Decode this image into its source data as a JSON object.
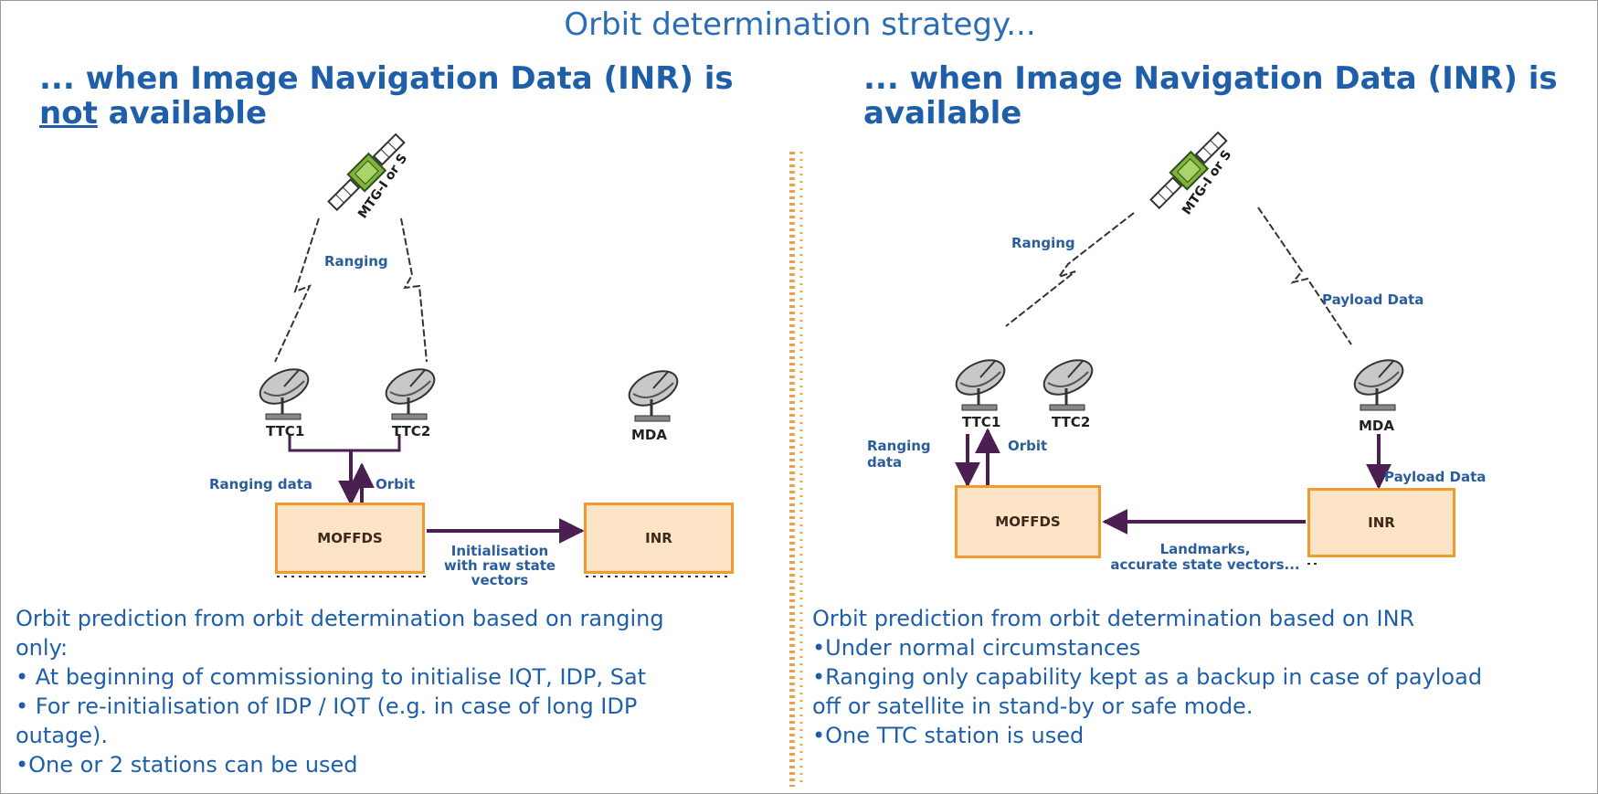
{
  "title": "Orbit determination strategy...",
  "left": {
    "heading_line1": "... when Image Navigation Data (INR) is",
    "heading_not": "not",
    "heading_rest": " available",
    "satellite_label": "MTG-I or S",
    "ranging_label": "Ranging",
    "ttc1_label": "TTC1",
    "ttc2_label": "TTC2",
    "mda_label": "MDA",
    "ranging_data_label": "Ranging data",
    "orbit_label": "Orbit",
    "mofffds_label": "MOFFDS",
    "inr_label": "INR",
    "init_label_lines": [
      "Initialisation",
      "with raw state",
      "vectors"
    ],
    "text_lines": [
      " Orbit prediction from orbit determination based on ranging",
      "only:",
      "• At beginning of commissioning to initialise IQT, IDP, Sat",
      "• For re-initialisation of IDP / IQT  (e.g. in case of long IDP",
      "outage).",
      "•One or 2 stations can be used"
    ]
  },
  "right": {
    "heading_line1": "... when Image Navigation Data (INR) is",
    "heading_line2": "available",
    "satellite_label": "MTG-I or S",
    "ranging_label": "Ranging",
    "payload_data_top_label": "Payload Data",
    "ttc1_label": "TTC1",
    "ttc2_label": "TTC2",
    "mda_label": "MDA",
    "ranging_data_lines": [
      "Ranging",
      "data"
    ],
    "orbit_label": "Orbit",
    "payload_data_label": "Payload Data",
    "mofffds_label": "MOFFDS",
    "inr_label": "INR",
    "landmarks_lines": [
      "Landmarks,",
      "accurate state vectors..."
    ],
    "text_lines": [
      " Orbit prediction from orbit determination based on INR",
      "•Under normal circumstances",
      "•Ranging only capability kept as a backup in case of payload",
      "off or satellite in stand-by or safe mode.",
      "•One TTC station is used"
    ]
  },
  "colors": {
    "title_blue": "#2a6db5",
    "heading_blue": "#1f5fa9",
    "box_fill": "#fde4c6",
    "box_border": "#f29a2e",
    "arrow_purple": "#4b1f52",
    "divider_orange": "#e8a24a"
  },
  "icons": [
    "satellite-icon",
    "dish-antenna-icon",
    "lightning-link-icon",
    "arrow-icon"
  ]
}
